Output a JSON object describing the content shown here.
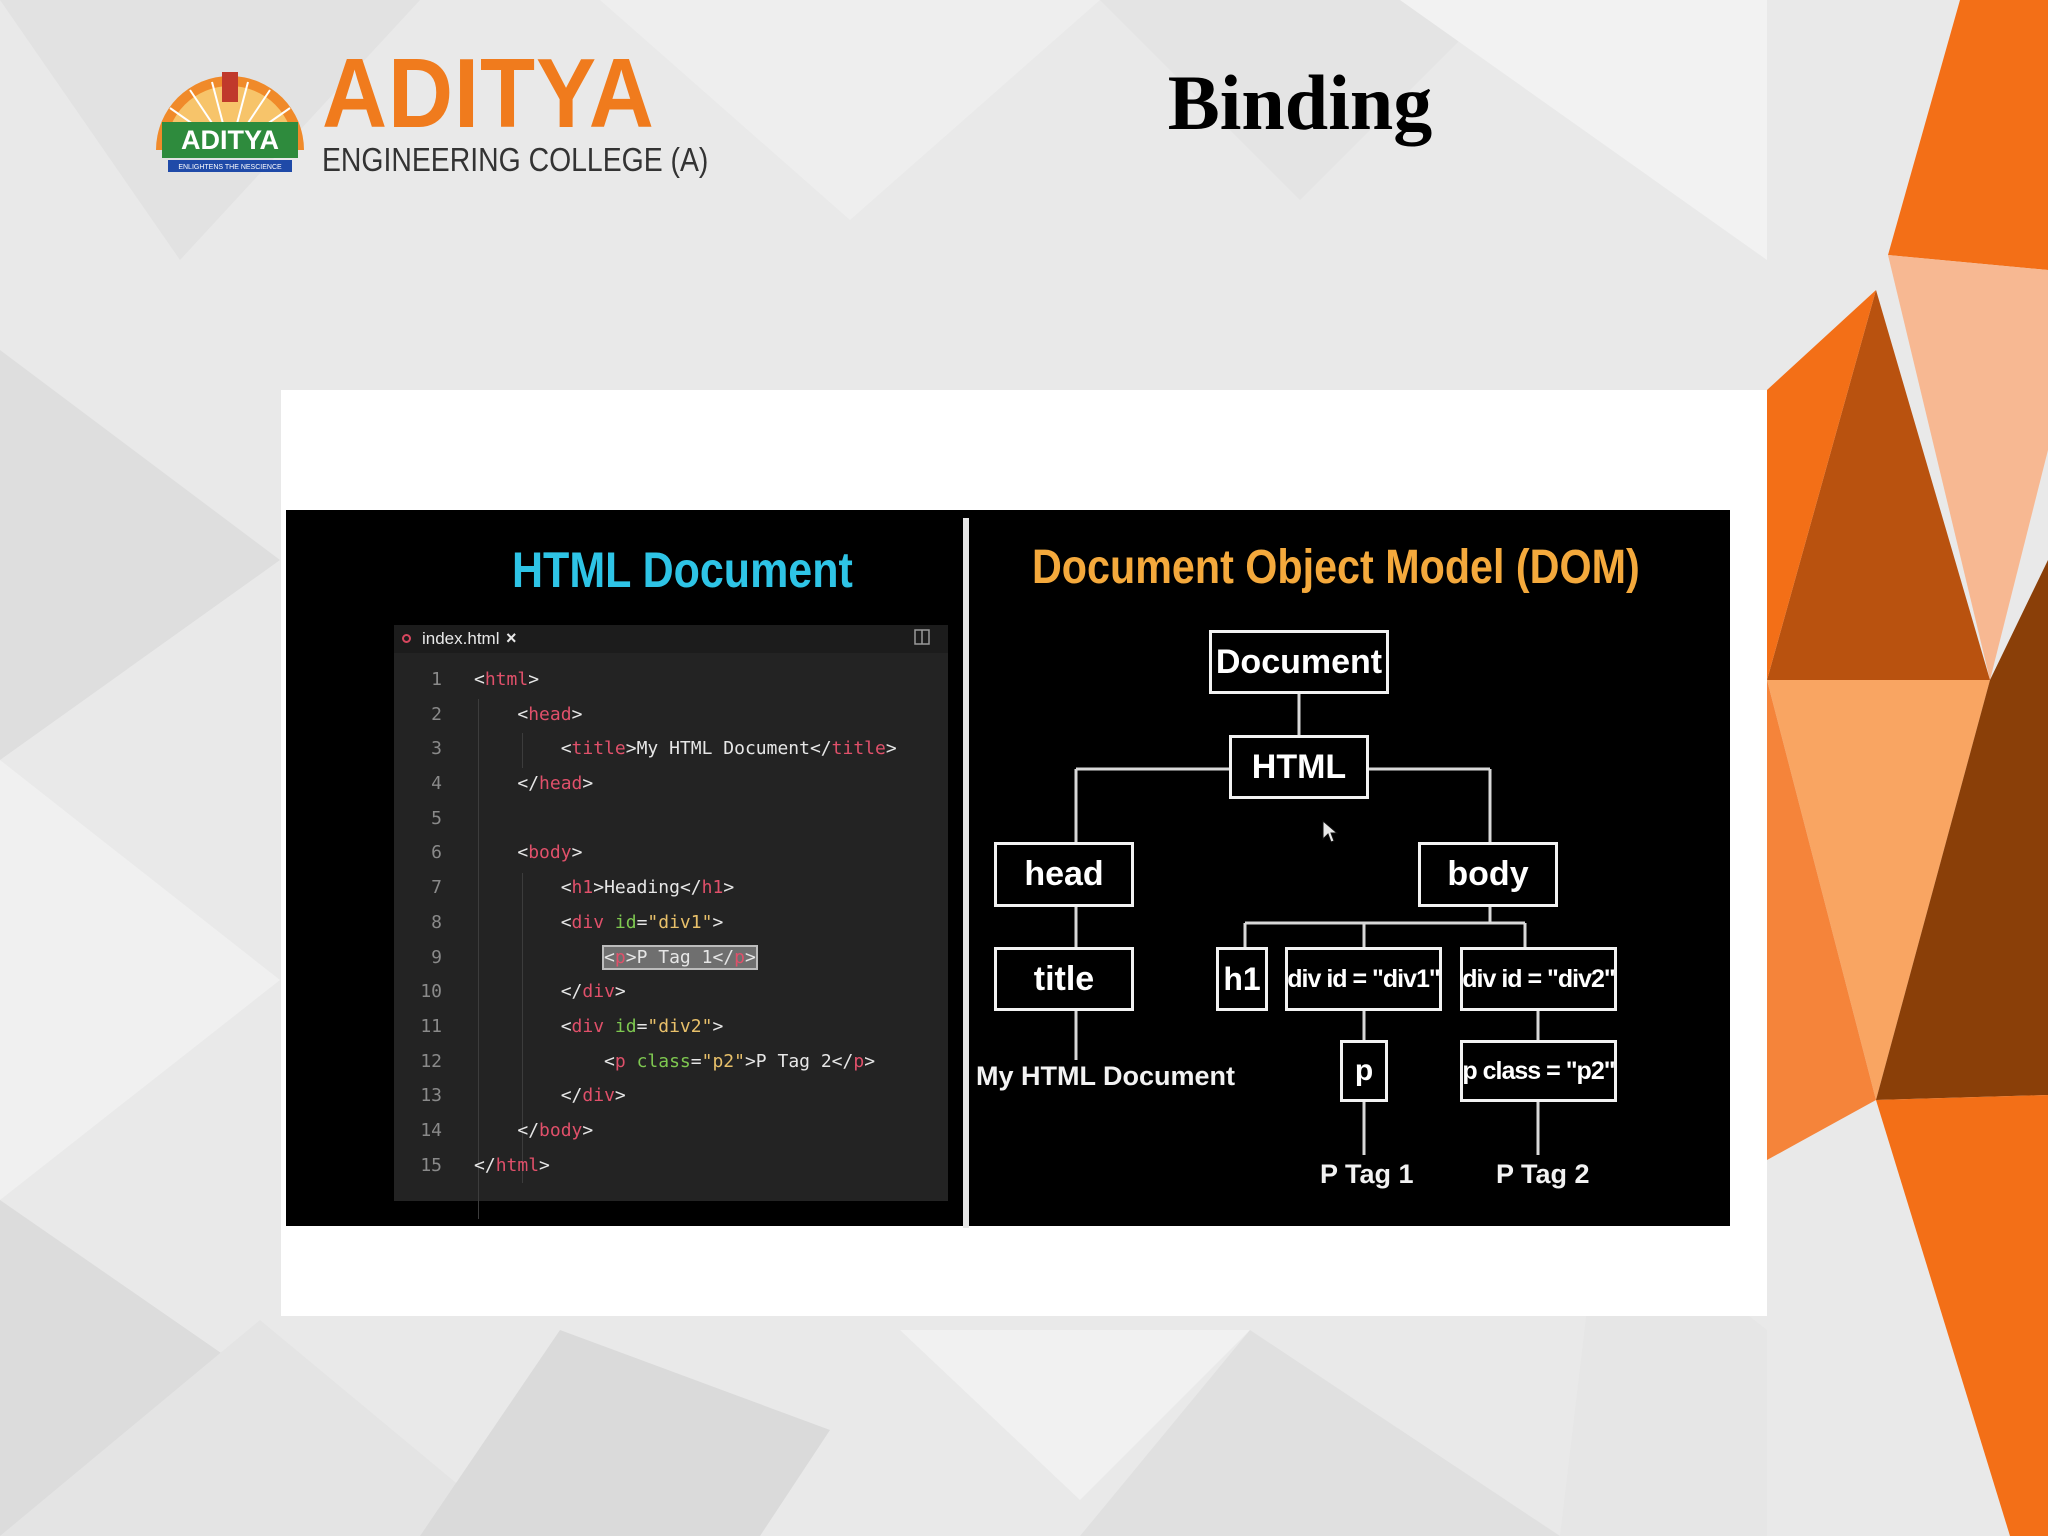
{
  "header": {
    "logo_name": "ADITYA",
    "logo_subtitle": "ENGINEERING COLLEGE (A)",
    "logo_seal_text": "ADITYA",
    "logo_seal_motto": "ENLIGHTENS THE NESCIENCE",
    "slide_title": "Binding"
  },
  "colors": {
    "brand_orange": "#f07b1d",
    "html_title": "#2ec4e6",
    "dom_title": "#f4a93c",
    "code_tag": "#e0506a",
    "code_attr": "#7ec850",
    "code_string": "#e8c06a"
  },
  "html_panel": {
    "title": "HTML Document",
    "tab_name": "index.html",
    "tab_close": "×",
    "lines": [
      {
        "n": "1",
        "code": "<html>"
      },
      {
        "n": "2",
        "code": "    <head>"
      },
      {
        "n": "3",
        "code": "        <title>My HTML Document</title>"
      },
      {
        "n": "4",
        "code": "    </head>"
      },
      {
        "n": "5",
        "code": ""
      },
      {
        "n": "6",
        "code": "    <body>"
      },
      {
        "n": "7",
        "code": "        <h1>Heading</h1>"
      },
      {
        "n": "8",
        "code": "        <div id=\"div1\">"
      },
      {
        "n": "9",
        "code": "            <p>P Tag 1</p>"
      },
      {
        "n": "10",
        "code": "        </div>"
      },
      {
        "n": "11",
        "code": "        <div id=\"div2\">"
      },
      {
        "n": "12",
        "code": "            <p class=\"p2\">P Tag 2</p>"
      },
      {
        "n": "13",
        "code": "        </div>"
      },
      {
        "n": "14",
        "code": "    </body>"
      },
      {
        "n": "15",
        "code": "</html>"
      }
    ],
    "selected_line": "9"
  },
  "dom_panel": {
    "title": "Document Object Model (DOM)",
    "nodes": {
      "document": "Document",
      "html": "HTML",
      "head": "head",
      "body": "body",
      "title": "title",
      "h1": "h1",
      "div1": "div id = \"div1\"",
      "div2": "div id = \"div2\"",
      "p1": "p",
      "p2": "p class = \"p2\""
    },
    "leaves": {
      "title_text": "My HTML Document",
      "p1_text": "P Tag 1",
      "p2_text": "P Tag 2"
    }
  }
}
